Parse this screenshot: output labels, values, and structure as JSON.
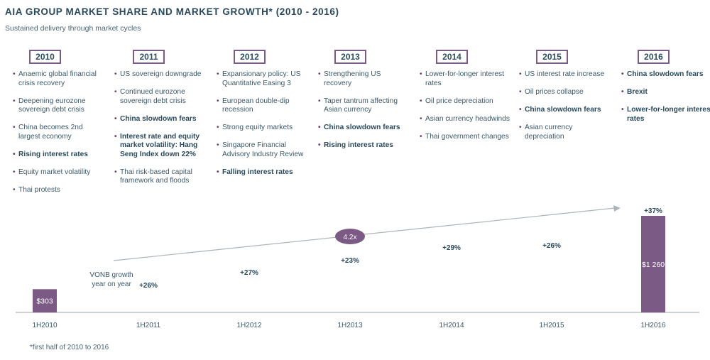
{
  "title": "AIA GROUP MARKET SHARE AND MARKET GROWTH* (2010 - 2016)",
  "subtitle": "Sustained delivery through market cycles",
  "footnote": "*first half of 2010 to 2016",
  "vonb_label": "VONB growth year on year",
  "multiplier_label": "4.2x",
  "colors": {
    "bar": "#7b5a86",
    "bubble": "#7b5a86",
    "axis": "#aab5bb",
    "text": "#2f4d5f"
  },
  "timeline": [
    {
      "year": "2010",
      "items": [
        {
          "text": "Anaemic global financial crisis recovery",
          "bold": false
        },
        {
          "text": "Deepening eurozone sovereign debt crisis",
          "bold": false
        },
        {
          "text": "China becomes 2nd largest economy",
          "bold": false
        },
        {
          "text": "Rising interest rates",
          "bold": true
        },
        {
          "text": "Equity market volatility",
          "bold": false
        },
        {
          "text": "Thai protests",
          "bold": false
        }
      ]
    },
    {
      "year": "2011",
      "items": [
        {
          "text": "US sovereign downgrade",
          "bold": false
        },
        {
          "text": "Continued eurozone sovereign debt crisis",
          "bold": false
        },
        {
          "text": "China slowdown fears",
          "bold": true
        },
        {
          "text": "Interest rate and equity market volatility: Hang Seng Index down 22%",
          "bold": true
        },
        {
          "text": "Thai risk-based capital framework and floods",
          "bold": false
        }
      ]
    },
    {
      "year": "2012",
      "items": [
        {
          "text": "Expansionary policy: US Quantitative Easing 3",
          "bold": false
        },
        {
          "text": "European double-dip recession",
          "bold": false
        },
        {
          "text": "Strong equity markets",
          "bold": false
        },
        {
          "text": "Singapore Financial Advisory Industry Review",
          "bold": false
        },
        {
          "text": "Falling interest rates",
          "bold": true
        }
      ]
    },
    {
      "year": "2013",
      "items": [
        {
          "text": "Strengthening US recovery",
          "bold": false
        },
        {
          "text": "Taper tantrum affecting Asian currency",
          "bold": false
        },
        {
          "text": "China slowdown fears",
          "bold": true
        },
        {
          "text": "Rising interest rates",
          "bold": true
        }
      ]
    },
    {
      "year": "2014",
      "items": [
        {
          "text": "Lower-for-longer interest rates",
          "bold": false
        },
        {
          "text": "Oil price depreciation",
          "bold": false
        },
        {
          "text": "Asian currency headwinds",
          "bold": false
        },
        {
          "text": "Thai government changes",
          "bold": false
        }
      ]
    },
    {
      "year": "2015",
      "items": [
        {
          "text": "US interest rate increase",
          "bold": false
        },
        {
          "text": "Oil prices collapse",
          "bold": false
        },
        {
          "text": "China slowdown fears",
          "bold": true
        },
        {
          "text": "Asian currency depreciation",
          "bold": false
        }
      ]
    },
    {
      "year": "2016",
      "items": [
        {
          "text": "China slowdown fears",
          "bold": true
        },
        {
          "text": "Brexit",
          "bold": true
        },
        {
          "text": "Lower-for-longer interest rates",
          "bold": true
        }
      ]
    }
  ],
  "chart_data": {
    "type": "bar",
    "categories": [
      "1H2010",
      "1H2011",
      "1H2012",
      "1H2013",
      "1H2014",
      "1H2015",
      "1H2016"
    ],
    "bars": [
      {
        "category": "1H2010",
        "value": 303,
        "label": "$303"
      },
      {
        "category": "1H2016",
        "value": 1260,
        "label": "$1 260"
      }
    ],
    "growth": [
      {
        "category": "1H2011",
        "label": "+26%",
        "value": 26
      },
      {
        "category": "1H2012",
        "label": "+27%",
        "value": 27
      },
      {
        "category": "1H2013",
        "label": "+23%",
        "value": 23
      },
      {
        "category": "1H2014",
        "label": "+29%",
        "value": 29
      },
      {
        "category": "1H2015",
        "label": "+26%",
        "value": 26
      },
      {
        "category": "1H2016",
        "label": "+37%",
        "value": 37
      }
    ],
    "ylim": [
      0,
      1260
    ]
  }
}
